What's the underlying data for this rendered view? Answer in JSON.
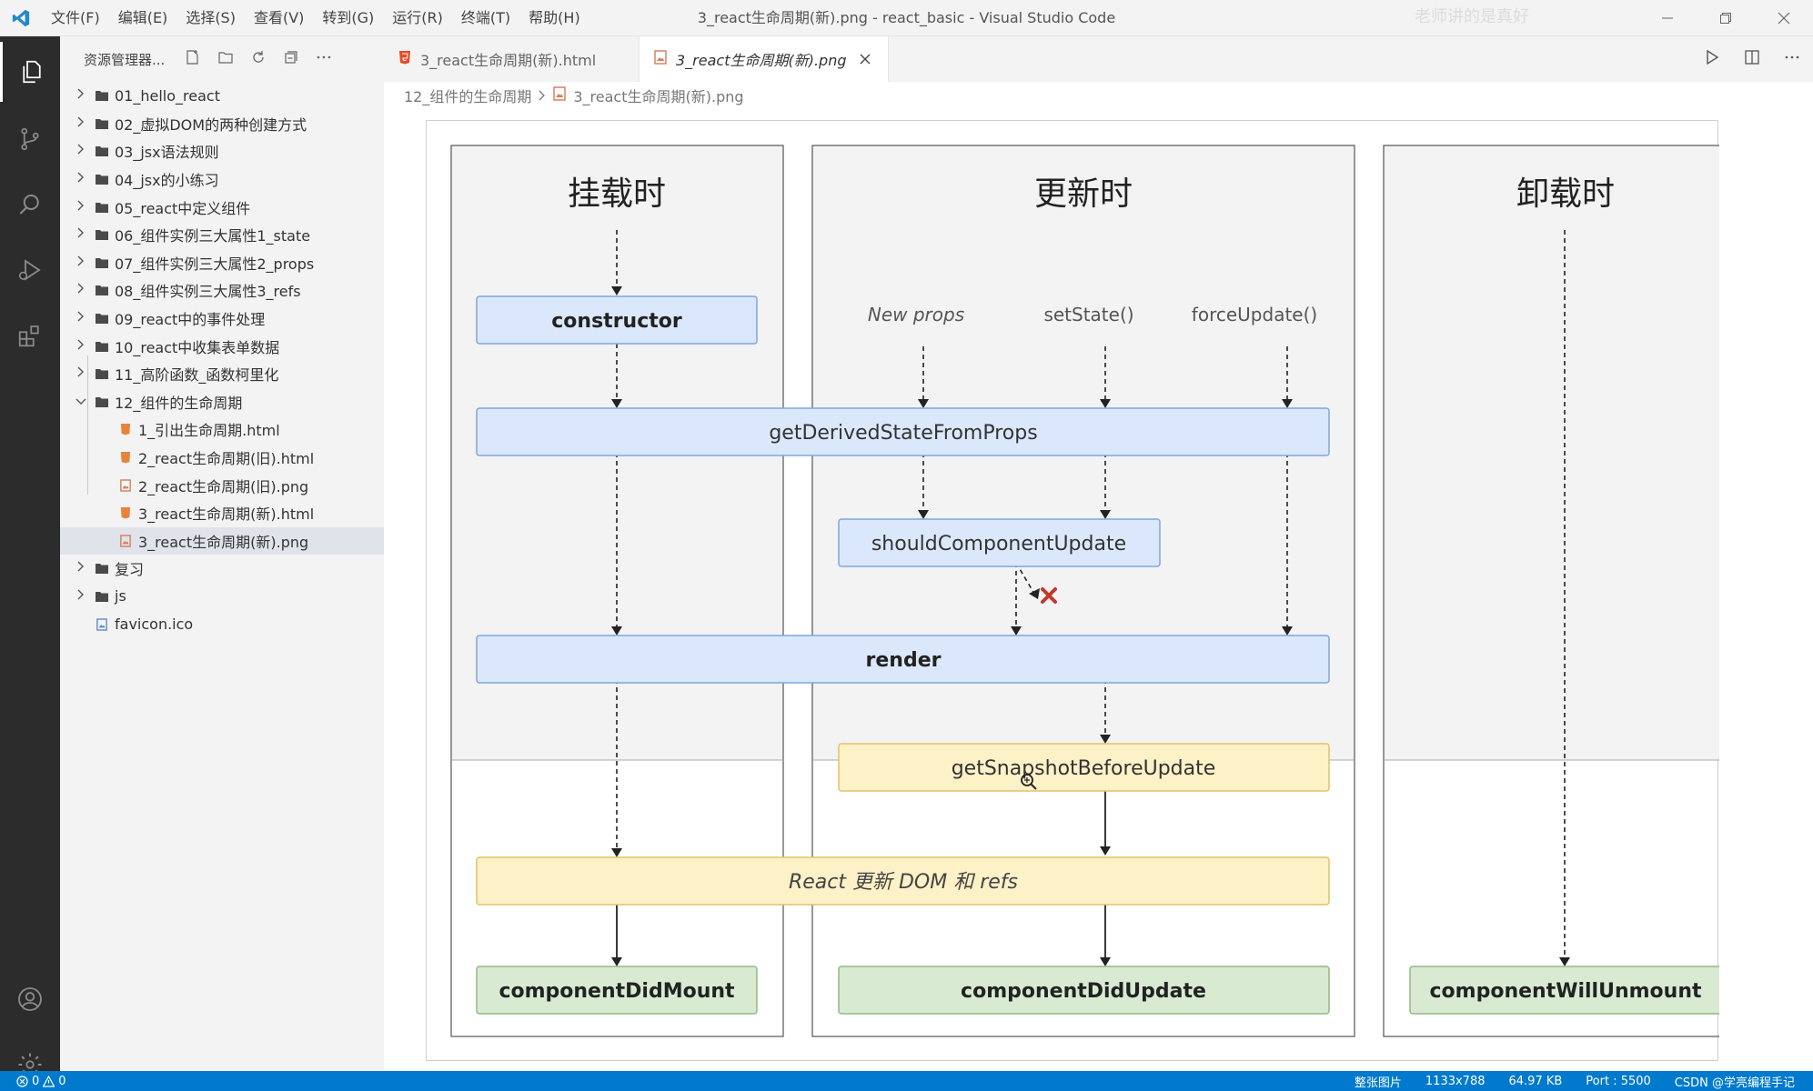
{
  "titlebar": {
    "menu": [
      "文件(F)",
      "编辑(E)",
      "选择(S)",
      "查看(V)",
      "转到(G)",
      "运行(R)",
      "终端(T)",
      "帮助(H)"
    ],
    "title": "3_react生命周期(新).png - react_basic - Visual Studio Code",
    "watermark": "老师讲的是真好"
  },
  "sidebar": {
    "title": "资源管理器...",
    "tree": [
      {
        "label": "01_hello_react",
        "type": "folder",
        "expanded": false
      },
      {
        "label": "02_虚拟DOM的两种创建方式",
        "type": "folder",
        "expanded": false
      },
      {
        "label": "03_jsx语法规则",
        "type": "folder",
        "expanded": false
      },
      {
        "label": "04_jsx的小练习",
        "type": "folder",
        "expanded": false
      },
      {
        "label": "05_react中定义组件",
        "type": "folder",
        "expanded": false
      },
      {
        "label": "06_组件实例三大属性1_state",
        "type": "folder",
        "expanded": false
      },
      {
        "label": "07_组件实例三大属性2_props",
        "type": "folder",
        "expanded": false
      },
      {
        "label": "08_组件实例三大属性3_refs",
        "type": "folder",
        "expanded": false
      },
      {
        "label": "09_react中的事件处理",
        "type": "folder",
        "expanded": false
      },
      {
        "label": "10_react中收集表单数据",
        "type": "folder",
        "expanded": false
      },
      {
        "label": "11_高阶函数_函数柯里化",
        "type": "folder",
        "expanded": false
      },
      {
        "label": "12_组件的生命周期",
        "type": "folder",
        "expanded": true
      },
      {
        "label": "1_引出生命周期.html",
        "type": "html",
        "child": true
      },
      {
        "label": "2_react生命周期(旧).html",
        "type": "html",
        "child": true
      },
      {
        "label": "2_react生命周期(旧).png",
        "type": "png",
        "child": true
      },
      {
        "label": "3_react生命周期(新).html",
        "type": "html",
        "child": true
      },
      {
        "label": "3_react生命周期(新).png",
        "type": "png",
        "child": true,
        "selected": true
      },
      {
        "label": "复习",
        "type": "folder",
        "expanded": false
      },
      {
        "label": "js",
        "type": "folder",
        "expanded": false
      },
      {
        "label": "favicon.ico",
        "type": "ico"
      }
    ]
  },
  "tabs": [
    {
      "label": "3_react生命周期(新).html",
      "active": false
    },
    {
      "label": "3_react生命周期(新).png",
      "active": true
    }
  ],
  "breadcrumb": {
    "folder": "12_组件的生命周期",
    "file": "3_react生命周期(新).png"
  },
  "diagram": {
    "columns": {
      "mount": "挂载时",
      "update": "更新时",
      "unmount": "卸载时"
    },
    "triggers": {
      "new_props": "New props",
      "set_state": "setState()",
      "force_update": "forceUpdate()"
    },
    "nodes": {
      "constructor": "constructor",
      "gdsfp": "getDerivedStateFromProps",
      "scu": "shouldComponentUpdate",
      "render": "render",
      "gsbu": "getSnapshotBeforeUpdate",
      "dom_update": "React 更新 DOM 和 refs",
      "did_mount": "componentDidMount",
      "did_update": "componentDidUpdate",
      "will_unmount": "componentWillUnmount"
    }
  },
  "statusbar": {
    "errors": "0",
    "warnings": "0",
    "image_kind": "整张图片",
    "dimensions": "1133x788",
    "size": "64.97 KB",
    "port": "Port : 5500",
    "csdn": "CSDN @学亮编程手记"
  },
  "colors": {
    "accent": "#007acc",
    "node_blue": "#dbe8fb",
    "node_yellow": "#fdf1c7",
    "node_green": "#d9ead3"
  }
}
